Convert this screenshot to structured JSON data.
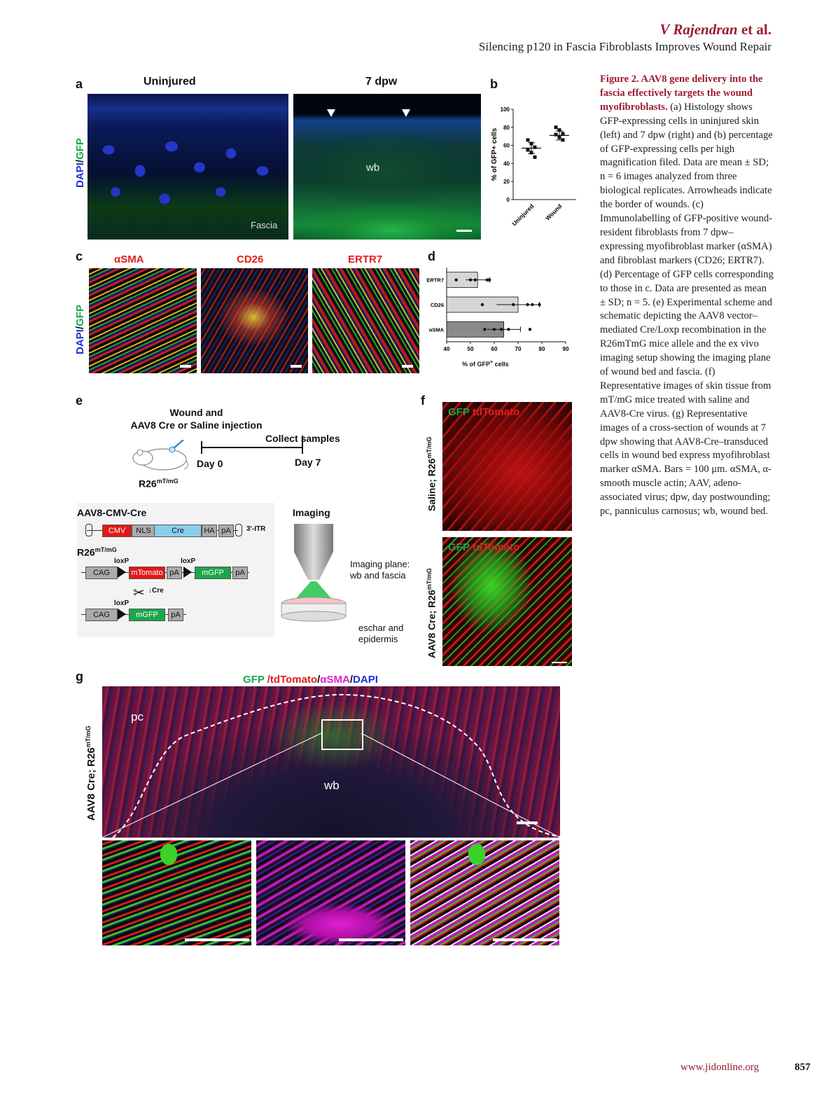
{
  "header": {
    "author_name": "V Rajendran",
    "author_suffix": " et al.",
    "running_title": "Silencing p120 in Fascia Fibroblasts Improves Wound Repair"
  },
  "panel_a": {
    "letter": "a",
    "title_left": "Uninjured",
    "title_right": "7 dpw",
    "ylabel_dapi": "DAPI",
    "ylabel_sep": "/",
    "ylabel_gfp": "GFP",
    "fascia_label": "Fascia",
    "wb_label": "wb"
  },
  "panel_b": {
    "letter": "b",
    "chart_data": {
      "type": "scatter",
      "categories": [
        "Uninjured",
        "Wound"
      ],
      "ylabel": "% of GFP+ cells",
      "ylim": [
        0,
        100
      ],
      "yticks": [
        "0",
        "20",
        "40",
        "60",
        "80",
        "100"
      ],
      "series": [
        {
          "category": "Uninjured",
          "values": [
            66,
            62,
            58,
            55,
            52,
            47
          ],
          "mean": 57,
          "sd": 6
        },
        {
          "category": "Wound",
          "values": [
            80,
            77,
            73,
            72,
            69,
            66
          ],
          "mean": 71,
          "sd": 5
        }
      ]
    }
  },
  "panel_c": {
    "letter": "c",
    "labels": [
      "αSMA",
      "CD26",
      "ERTR7"
    ],
    "ylabel_dapi": "DAPI",
    "ylabel_sep": "/",
    "ylabel_gfp": "GFP"
  },
  "panel_d": {
    "letter": "d",
    "chart_data": {
      "type": "bar",
      "orientation": "horizontal",
      "categories": [
        "ERTR7",
        "CD26",
        "αSMA"
      ],
      "values": [
        53,
        70,
        64
      ],
      "errors": [
        5,
        9,
        7
      ],
      "points": [
        [
          44,
          50,
          52,
          57,
          58
        ],
        [
          55,
          68,
          74,
          76,
          79
        ],
        [
          56,
          60,
          63,
          66,
          75
        ]
      ],
      "xlabel": "% of GFP+ cells",
      "xlim": [
        40,
        90
      ],
      "xticks": [
        "40",
        "50",
        "60",
        "70",
        "80",
        "90"
      ]
    },
    "xlabel_main": "% of GFP",
    "xlabel_sup": "+",
    "xlabel_tail": " cells"
  },
  "panel_e": {
    "letter": "e",
    "injection_line1": "Wound and",
    "injection_line2": "AAV8 Cre or Saline injection",
    "collect": "Collect samples",
    "day0": "Day 0",
    "day7": "Day 7",
    "mouse_label": "R26",
    "mouse_sup": "mT/mG",
    "vector_title": "AAV8-CMV-Cre",
    "vector_boxes": [
      "CMV",
      "NLS",
      "Cre",
      "HA",
      "pA"
    ],
    "itr": "3'-ITR",
    "allele_title": "R26",
    "allele_sup": "mT/mG",
    "allele_top": [
      "CAG",
      "mTomato",
      "pA",
      "mGFP",
      "pA"
    ],
    "allele_bottom": [
      "CAG",
      "mGFP",
      "pA"
    ],
    "loxp": "loxP",
    "cre": "Cre",
    "imaging_title": "Imaging",
    "imaging_plane_line1": "Imaging plane:",
    "imaging_plane_line2": "wb and fascia",
    "eschar_line1": "eschar and",
    "eschar_line2": "epidermis"
  },
  "panel_f": {
    "letter": "f",
    "label_gfp": "GFP",
    "label_td": "tdTomato",
    "row1_label": "Saline; R26",
    "row1_sup": "mT/mG",
    "row2_label": "AAV8 Cre; R26",
    "row2_sup": "mT/mG"
  },
  "panel_g": {
    "letter": "g",
    "title_gfp": "GFP",
    "title_td": " /tdTomato",
    "title_sep1": "/",
    "title_sma": "αSMA",
    "title_sep2": "/",
    "title_dapi": "DAPI",
    "side_label": "AAV8 Cre; R26",
    "side_sup": "mT/mG",
    "pc": "pc",
    "wb": "wb"
  },
  "caption": {
    "title": "Figure 2. AAV8 gene delivery into the fascia effectively targets the wound myofibroblasts.",
    "body": " (a) Histology shows GFP-expressing cells in uninjured skin (left) and 7 dpw (right) and (b) percentage of GFP-expressing cells per high magnification filed. Data are mean ± SD; n = 6 images analyzed from three biological replicates. Arrowheads indicate the border of wounds. (c) Immunolabelling of GFP-positive wound-resident fibroblasts from 7 dpw–expressing myofibroblast marker (αSMA) and fibroblast markers (CD26; ERTR7). (d) Percentage of GFP cells corresponding to those in c. Data are presented as mean ± SD; n = 5. (e) Experimental scheme and schematic depicting the AAV8 vector–mediated Cre/Loxp recombination in the R26mTmG mice allele and the ex vivo imaging setup showing the imaging plane of wound bed and fascia. (f) Representative images of skin tissue from mT/mG mice treated with saline and AAV8-Cre virus. (g) Representative images of a cross-section of wounds at 7 dpw showing that AAV8-Cre–transduced cells in wound bed express myofibroblast marker αSMA. Bars = 100 μm. αSMA, α-smooth muscle actin; AAV, adeno-associated virus; dpw, day postwounding; pc, panniculus carnosus; wb, wound bed."
  },
  "footer": {
    "url": "www.jidonline.org",
    "page": "857"
  },
  "colors": {
    "caption_red": "#9b1c31",
    "gfp_green": "#1aa64a",
    "dapi_blue": "#1f2fd0",
    "tomato_red": "#e0201b",
    "sma_magenta": "#e020d0"
  }
}
